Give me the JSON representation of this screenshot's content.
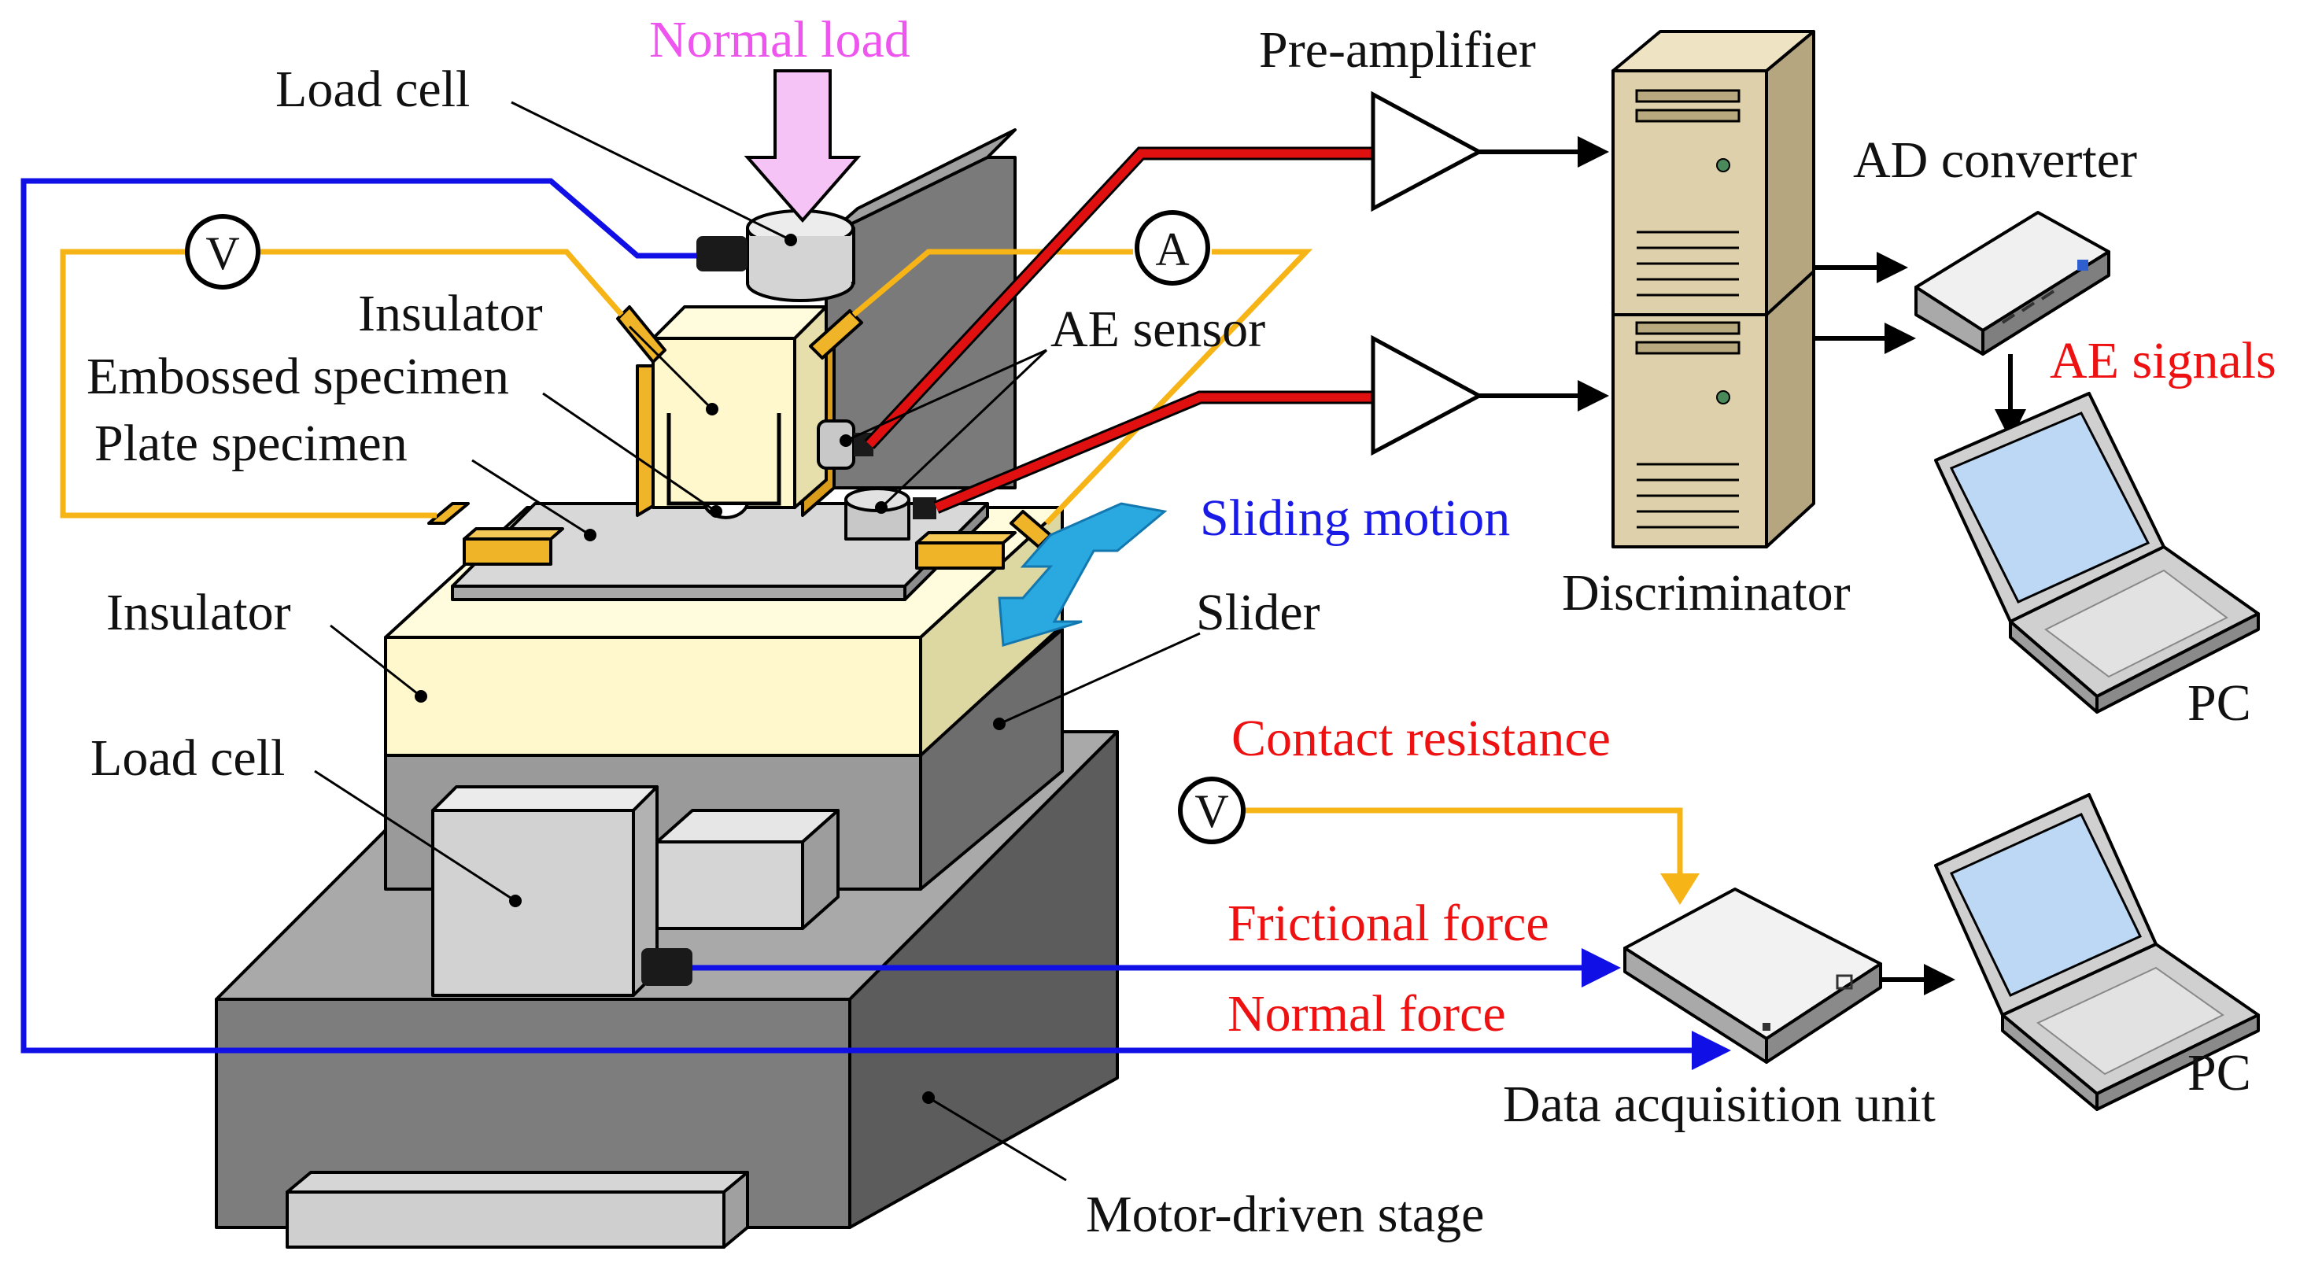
{
  "labels": {
    "normal_load": "Normal load",
    "load_cell_top": "Load cell",
    "insulator_top": "Insulator",
    "embossed_specimen": "Embossed specimen",
    "plate_specimen": "Plate specimen",
    "insulator_bottom": "Insulator",
    "load_cell_bottom": "Load cell",
    "ae_sensor": "AE sensor",
    "sliding_motion": "Sliding motion",
    "slider": "Slider",
    "motor_driven_stage": "Motor-driven stage",
    "pre_amplifier": "Pre-amplifier",
    "discriminator": "Discriminator",
    "ad_converter": "AD converter",
    "ae_signals": "AE signals",
    "pc_top": "PC",
    "pc_bottom": "PC",
    "contact_resistance": "Contact resistance",
    "frictional_force": "Frictional force",
    "normal_force": "Normal force",
    "data_acquisition_unit": "Data acquisition unit"
  },
  "meters": {
    "voltmeter_left": "V",
    "ammeter": "A",
    "voltmeter_right": "V"
  },
  "colors": {
    "wire_blue": "#1010e6",
    "wire_orange": "#f6b417",
    "wire_red": "#e01010",
    "label_red": "#ee1111",
    "label_blue": "#1a1ae6",
    "label_magenta": "#ee55ee",
    "arrow_pink": "#f6c3f6",
    "sliding_arrow": "#2aa8e0",
    "insulator": "#fff8cc",
    "electrode": "#f0b428",
    "stage_gray": "#7d7d7d",
    "slider_gray": "#9a9a9a",
    "loadcell_gray": "#d2d2d2",
    "computer_tan": "#ddd0aa"
  },
  "icons": {
    "pre_amplifier": "amplifier-triangle-icon",
    "discriminator": "tower-computer-icon",
    "ad_converter": "converter-box-icon",
    "pc": "laptop-icon",
    "data_acquisition_unit": "daq-box-icon"
  }
}
